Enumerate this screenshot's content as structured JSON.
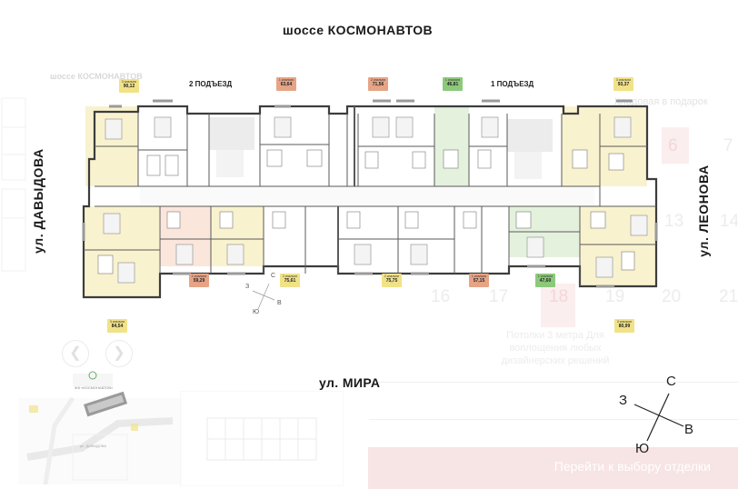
{
  "streets": {
    "top": "шоссе КОСМОНАВТОВ",
    "bottom": "ул. МИРА",
    "left": "ул. ДАВЫДОВА",
    "right": "ул. ЛЕОНОВА",
    "faded_top": "шоссе КОСМОНАВТОВ"
  },
  "entrances": {
    "second": "2 ПОДЪЕЗД",
    "first": "1 ПОДЪЕЗД"
  },
  "badges": [
    {
      "rooms": "3 спальни",
      "area": "90,12",
      "color": "#f1e287"
    },
    {
      "rooms": "1 спальня",
      "area": "63,64",
      "color": "#e6a486"
    },
    {
      "rooms": "2 спальни",
      "area": "71,56",
      "color": "#e6a486"
    },
    {
      "rooms": "1 спальня",
      "area": "46,81",
      "color": "#8dc97a"
    },
    {
      "rooms": "3 спальни",
      "area": "93,37",
      "color": "#f1e287"
    },
    {
      "rooms": "1 спальня",
      "area": "59,29",
      "color": "#e6a486"
    },
    {
      "rooms": "2 спальни",
      "area": "75,61",
      "color": "#f1e287"
    },
    {
      "rooms": "2 спальни",
      "area": "75,75",
      "color": "#f1e287"
    },
    {
      "rooms": "1 спальня",
      "area": "57,15",
      "color": "#e6a486"
    },
    {
      "rooms": "1 спальня",
      "area": "47,60",
      "color": "#8dc97a"
    },
    {
      "rooms": "3 спальни",
      "area": "84,54",
      "color": "#f1e287"
    },
    {
      "rooms": "3 спальни",
      "area": "80,99",
      "color": "#f1e287"
    }
  ],
  "compass_main": {
    "n": "С",
    "e": "В",
    "s": "Ю",
    "w": "З"
  },
  "compass_small": {
    "n": "С",
    "e": "В",
    "s": "Ю",
    "w": "З"
  },
  "background_page": {
    "storage_promo": "Кладовая в подарок",
    "ceiling_promo": "Потолки 3 метра Для воплощения любых дизайнерских решений",
    "cta": "Перейти к выбору отделки",
    "calendar_numbers": [
      "6",
      "7",
      "13",
      "14",
      "16",
      "17",
      "18",
      "19",
      "20",
      "21"
    ],
    "nav_prev": "❮",
    "nav_next": "❯",
    "mini_street": "ул. ДАВЫДОВА",
    "mini_complex": "ЖК «КОСМОНАВТОВ»"
  },
  "icons": [
    "arrow-left-icon",
    "arrow-right-icon",
    "compass-icon"
  ]
}
